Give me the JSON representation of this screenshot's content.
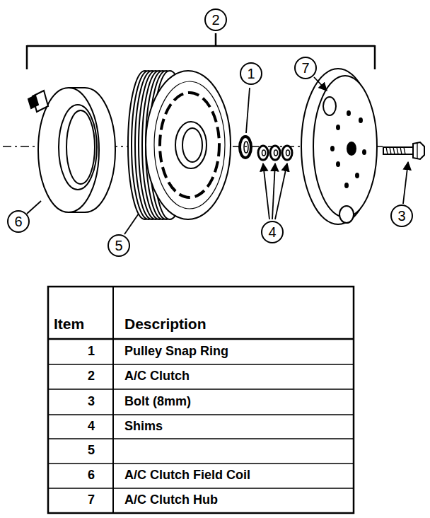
{
  "diagram": {
    "nodes": [
      {
        "text": [
          "2"
        ]
      },
      {
        "text": [
          "1"
        ]
      },
      {
        "text": [
          "7"
        ]
      },
      {
        "text": [
          "6"
        ]
      },
      {
        "text": [
          "3"
        ]
      },
      {
        "text": [
          "4"
        ]
      },
      {
        "text": [
          "5"
        ]
      }
    ],
    "labels": [
      "Item",
      "Description",
      "1",
      "Pulley Snap Ring",
      "2",
      "A/C Clutch",
      "3",
      "Bolt (8mm)",
      "4",
      "Shims",
      "5",
      "6",
      "A/C Clutch Field Coil",
      "7",
      "A/C Clutch Hub"
    ]
  }
}
